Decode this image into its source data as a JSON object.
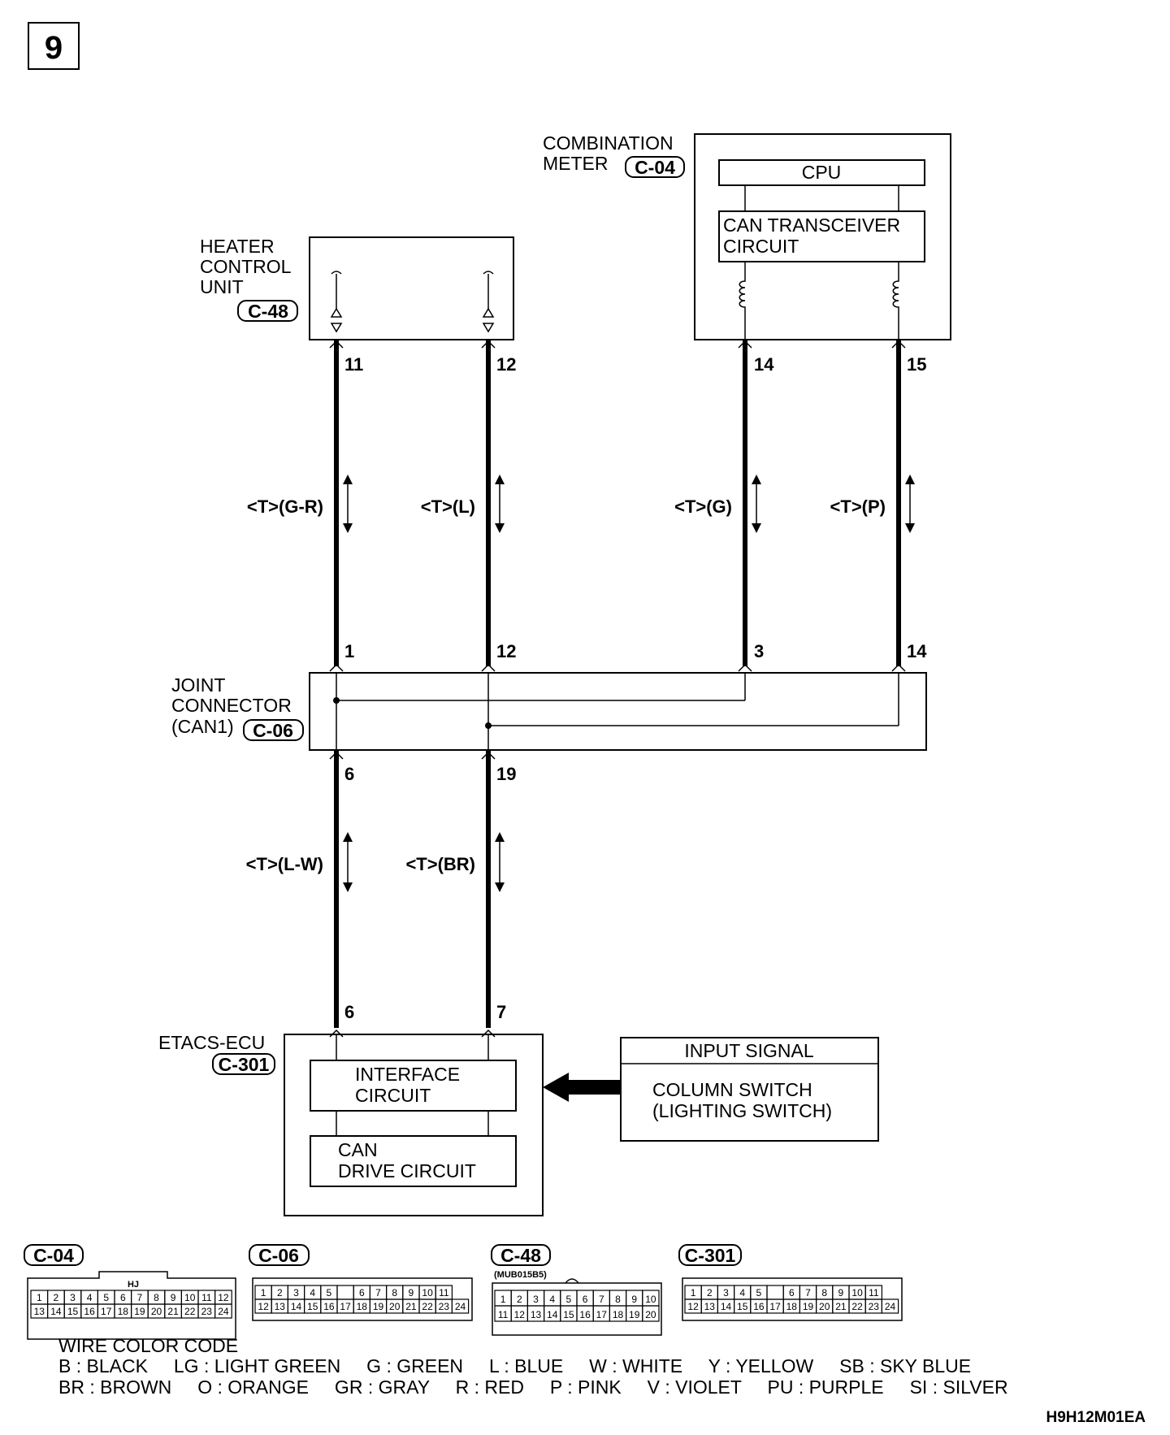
{
  "page_number": "9",
  "components": {
    "combination_meter": {
      "name_line1": "COMBINATION",
      "name_line2": "METER",
      "connector": "C-04",
      "cpu_label": "CPU",
      "can_line1": "CAN TRANSCEIVER",
      "can_line2": "CIRCUIT"
    },
    "heater_control_unit": {
      "name_line1": "HEATER",
      "name_line2": "CONTROL",
      "name_line3": "UNIT",
      "connector": "C-48"
    },
    "joint_connector": {
      "name_line1": "JOINT",
      "name_line2": "CONNECTOR",
      "name_line3": "(CAN1)",
      "connector": "C-06"
    },
    "etacs_ecu": {
      "name": "ETACS-ECU",
      "connector": "C-301",
      "interface_line1": "INTERFACE",
      "interface_line2": "CIRCUIT",
      "can_line1": "CAN",
      "can_line2": "DRIVE CIRCUIT"
    },
    "input_signal": {
      "header": "INPUT SIGNAL",
      "line1": "COLUMN SWITCH",
      "line2": "(LIGHTING SWITCH)"
    }
  },
  "pins": {
    "hcu_11": "11",
    "hcu_12": "12",
    "meter_14": "14",
    "meter_15": "15",
    "jc_1": "1",
    "jc_12": "12",
    "jc_3": "3",
    "jc_14": "14",
    "jc_6": "6",
    "jc_19": "19",
    "ecu_6": "6",
    "ecu_7": "7"
  },
  "wires": {
    "w1": "<T>(G-R)",
    "w2": "<T>(L)",
    "w3": "<T>(G)",
    "w4": "<T>(P)",
    "w5": "<T>(L-W)",
    "w6": "<T>(BR)"
  },
  "connectors_panel": {
    "c04": {
      "label": "C-04",
      "tag": "HJ",
      "row1": [
        "1",
        "2",
        "3",
        "4",
        "5",
        "6",
        "7",
        "8",
        "9",
        "10",
        "11",
        "12"
      ],
      "row2": [
        "13",
        "14",
        "15",
        "16",
        "17",
        "18",
        "19",
        "20",
        "21",
        "22",
        "23",
        "24"
      ]
    },
    "c06": {
      "label": "C-06",
      "row1": [
        "1",
        "2",
        "3",
        "4",
        "5",
        "",
        "6",
        "7",
        "8",
        "9",
        "10",
        "11"
      ],
      "row2": [
        "12",
        "13",
        "14",
        "15",
        "16",
        "17",
        "18",
        "19",
        "20",
        "21",
        "22",
        "23",
        "24"
      ]
    },
    "c48": {
      "label": "C-48",
      "part_no": "(MUB015B5)",
      "row1": [
        "1",
        "2",
        "3",
        "4",
        "5",
        "6",
        "7",
        "8",
        "9",
        "10"
      ],
      "row2": [
        "11",
        "12",
        "13",
        "14",
        "15",
        "16",
        "17",
        "18",
        "19",
        "20"
      ]
    },
    "c301": {
      "label": "C-301",
      "row1": [
        "1",
        "2",
        "3",
        "4",
        "5",
        "",
        "6",
        "7",
        "8",
        "9",
        "10",
        "11"
      ],
      "row2": [
        "12",
        "13",
        "14",
        "15",
        "16",
        "17",
        "18",
        "19",
        "20",
        "21",
        "22",
        "23",
        "24"
      ]
    }
  },
  "wire_color_code": {
    "title": "WIRE COLOR CODE",
    "line1": "B : BLACK     LG : LIGHT GREEN     G : GREEN     L : BLUE     W : WHITE     Y : YELLOW     SB : SKY BLUE",
    "line2": "BR : BROWN     O : ORANGE     GR : GRAY     R : RED     P : PINK     V : VIOLET     PU : PURPLE     SI : SILVER"
  },
  "figure_code": "H9H12M01EA"
}
